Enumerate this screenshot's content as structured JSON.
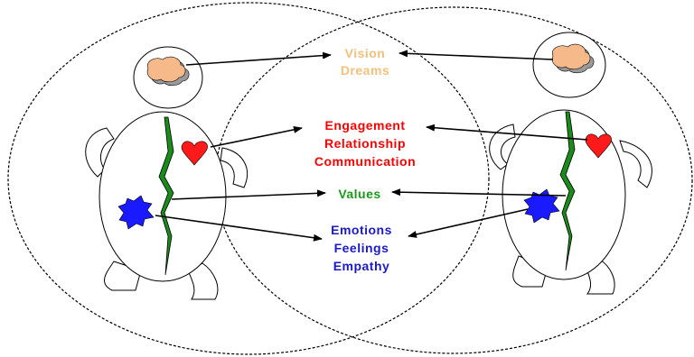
{
  "labels": {
    "vision": {
      "text": "Vision",
      "color": "#f5c07a"
    },
    "dreams": {
      "text": "Dreams",
      "color": "#f5c07a"
    },
    "engagement": {
      "text": "Engagement",
      "color": "#ff0000"
    },
    "relationship": {
      "text": "Relationship",
      "color": "#ff0000"
    },
    "communication": {
      "text": "Communication",
      "color": "#ff0000"
    },
    "values": {
      "text": "Values",
      "color": "#1a9a1a"
    },
    "emotions": {
      "text": "Emotions",
      "color": "#1a1acc"
    },
    "feelings": {
      "text": "Feelings",
      "color": "#1a1acc"
    },
    "empathy": {
      "text": "Empathy",
      "color": "#1a1acc"
    }
  },
  "figures": [
    {
      "name": "left-figure",
      "icons": [
        "brain-icon",
        "heart-icon",
        "spiky-burst-icon",
        "spine-lightning-icon"
      ]
    },
    {
      "name": "right-figure",
      "icons": [
        "brain-icon",
        "heart-icon",
        "spiky-burst-icon",
        "spine-lightning-icon"
      ]
    }
  ],
  "colors": {
    "brain_fill": "#f5b98a",
    "brain_shadow": "#9a9a9a",
    "heart": "#ff1a1a",
    "burst": "#1a1aff",
    "spine": "#1a8c1a",
    "outline": "#000000"
  }
}
